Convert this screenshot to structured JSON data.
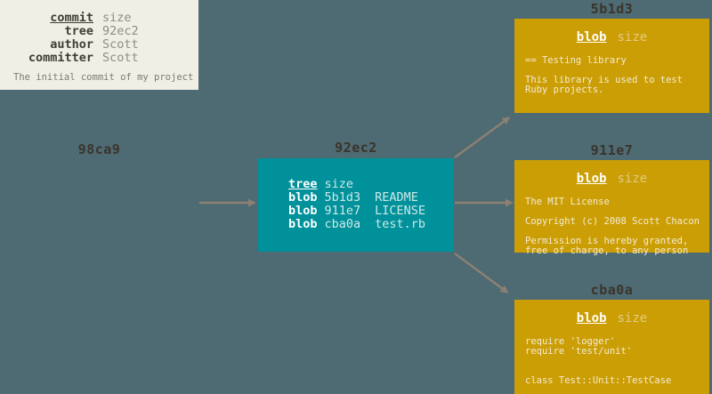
{
  "colors": {
    "background": "#4e6a72",
    "commit_box_bg": "#f0efe5",
    "tree_box_bg": "#00919b",
    "blob_box_bg": "#cc9e05",
    "label_text": "#3a342b",
    "arrow": "#8b8173",
    "commit_key": "#3f3d35",
    "commit_value": "#8f8c84",
    "commit_message": "#7d7a71",
    "tree_value": "#cfe9e6",
    "blob_size_text": "#e2cb83",
    "blob_body_text": "#f2ebd3"
  },
  "commit_box": {
    "hash_label": "98ca9",
    "type": "commit",
    "size_label": "size",
    "fields": [
      {
        "key": "tree",
        "value": "92ec2"
      },
      {
        "key": "author",
        "value": "Scott"
      },
      {
        "key": "committer",
        "value": "Scott"
      }
    ],
    "message": "The initial commit of my project"
  },
  "tree_box": {
    "hash_label": "92ec2",
    "type": "tree",
    "size_label": "size",
    "entries": [
      {
        "type": "blob",
        "hash": "5b1d3",
        "filename": "README"
      },
      {
        "type": "blob",
        "hash": "911e7",
        "filename": "LICENSE"
      },
      {
        "type": "blob",
        "hash": "cba0a",
        "filename": "test.rb"
      }
    ]
  },
  "blob_boxes": [
    {
      "hash_label": "5b1d3",
      "type": "blob",
      "size_label": "size",
      "content": "== Testing library\n\nThis library is used to test\nRuby projects."
    },
    {
      "hash_label": "911e7",
      "type": "blob",
      "size_label": "size",
      "content": "The MIT License\n\nCopyright (c) 2008 Scott Chacon\n\nPermission is hereby granted,\nfree of charge, to any person"
    },
    {
      "hash_label": "cba0a",
      "type": "blob",
      "size_label": "size",
      "content": "require 'logger'\nrequire 'test/unit'\n\n\nclass Test::Unit::TestCase"
    }
  ]
}
